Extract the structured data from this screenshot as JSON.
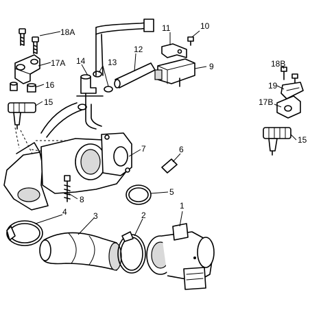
{
  "callouts": {
    "c1": "1",
    "c2": "2",
    "c3": "3",
    "c4": "4",
    "c5": "5",
    "c6": "6",
    "c7": "7",
    "c8": "8",
    "c9": "9",
    "c10": "10",
    "c11": "11",
    "c12": "12",
    "c13": "13",
    "c14": "14",
    "c15_left": "15",
    "c15_right": "15",
    "c16": "16",
    "c17a": "17A",
    "c17b": "17B",
    "c18a": "18A",
    "c18b": "18B",
    "c19": "19"
  }
}
